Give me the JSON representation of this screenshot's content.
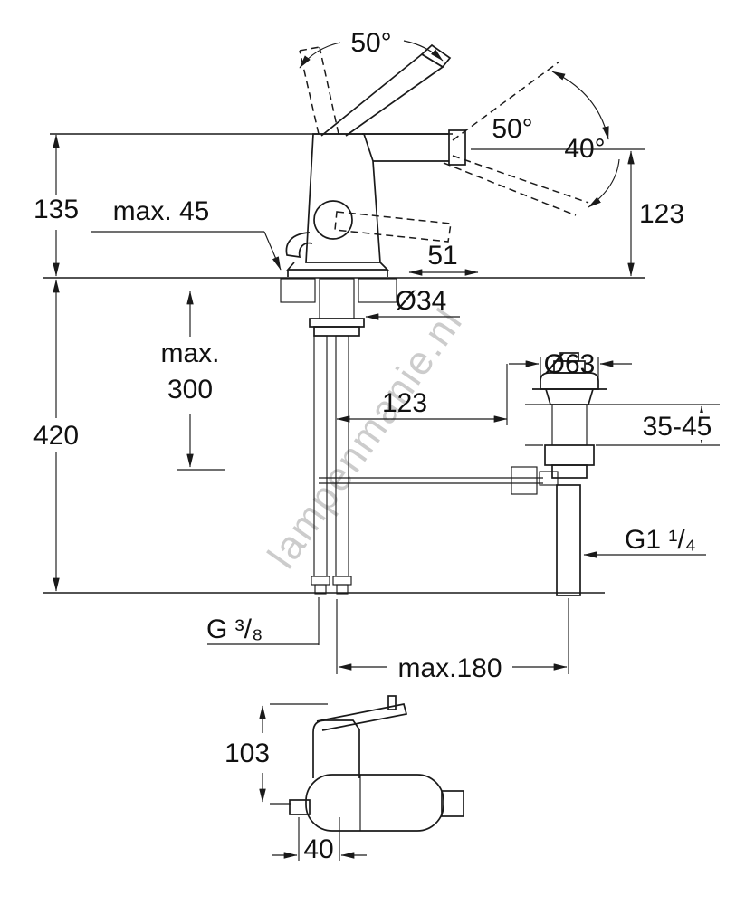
{
  "drawing": {
    "background": "#ffffff",
    "ink": "#1a1a1a",
    "watermark": {
      "text": "lampenmanie.nl",
      "color": "#ababab"
    }
  },
  "labels": {
    "handle_angle": "50°",
    "spout_swivel_up": "50°",
    "spout_swivel_down": "40°",
    "spout_height": "135",
    "deck_thickness": "max. 45",
    "outlet_height": "123",
    "spout_detail": "51",
    "shank_diameter": "Ø34",
    "hose_length_1": "max.",
    "hose_length_2": "300",
    "overall_height": "420",
    "hose_to_waste": "123",
    "waste_flange": "Ø63",
    "waste_deck_range": "35-45",
    "waste_thread": "G1 ¹/₄",
    "supply_thread": "G ³/₈",
    "max_center_distance": "max.180",
    "side_height": "103",
    "side_depth": "40"
  }
}
